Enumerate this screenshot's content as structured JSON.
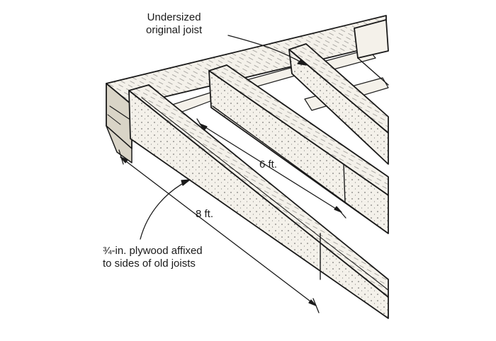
{
  "labels": {
    "undersized_joist_line1": "Undersized",
    "undersized_joist_line2": "original joist",
    "plywood_line1": "¾-in. plywood affixed",
    "plywood_line2": "to sides of old joists",
    "dim_6ft": "6 ft.",
    "dim_8ft": "8 ft."
  },
  "colors": {
    "ink": "#1a1a1a",
    "wood_light": "#f4f1ea",
    "wood_shade": "#d9d4c7",
    "background": "#ffffff"
  }
}
